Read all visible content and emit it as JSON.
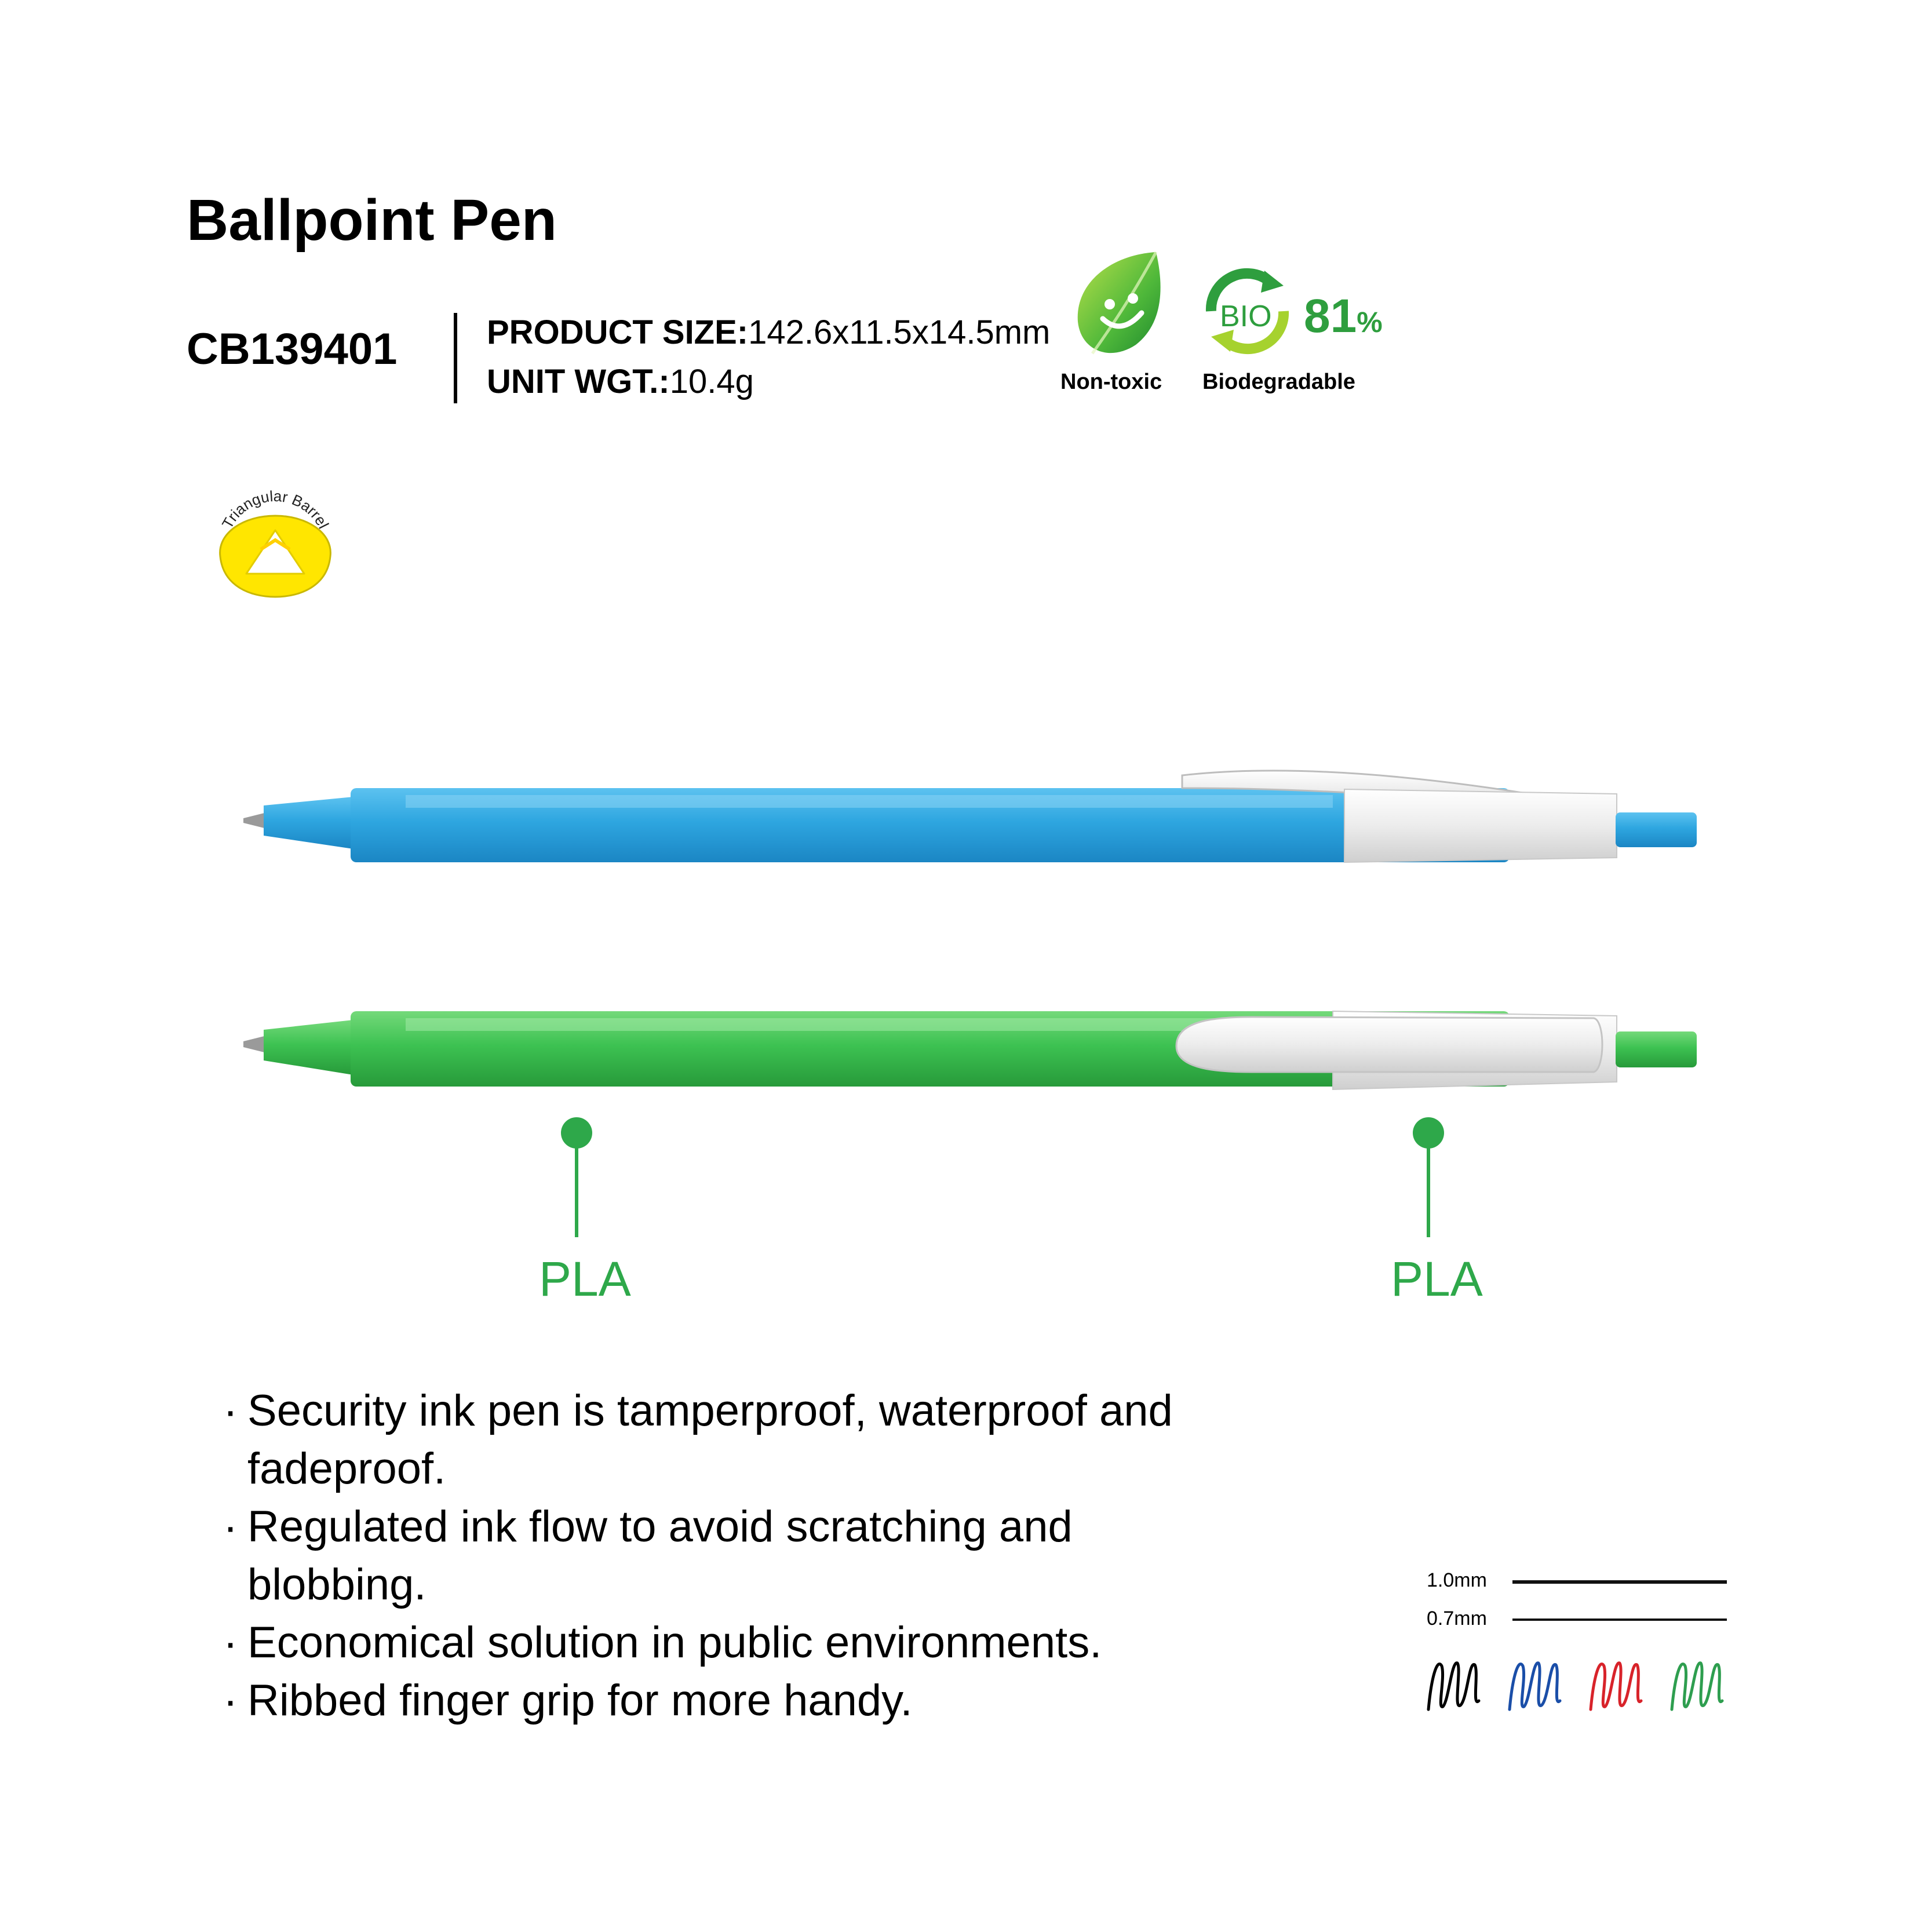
{
  "title": "Ballpoint Pen",
  "product_code": "CB139401",
  "specs": {
    "size_label": "PRODUCT SIZE:",
    "size_value": "142.6x11.5x14.5mm",
    "weight_label": "UNIT WGT.:",
    "weight_value": "10.4g"
  },
  "badges": {
    "nontoxic_label": "Non-toxic",
    "bio_word": "BIO",
    "bio_percent": "81",
    "bio_percent_sign": "%",
    "bio_label": "Biodegradable",
    "barrel_label": "Triangular Barrel"
  },
  "materials": {
    "left": "PLA",
    "right": "PLA"
  },
  "features": [
    "Security ink pen is tamperproof, waterproof and fadeproof.",
    "Regulated ink flow to avoid scratching and blobbing.",
    "Economical solution in public environments.",
    "Ribbed finger grip for more handy."
  ],
  "bullet": "·",
  "line_widths": [
    "1.0mm",
    "0.7mm"
  ],
  "ink_colors": [
    "#000000",
    "#1a4ea8",
    "#d8232a",
    "#2e9e4f"
  ],
  "colors": {
    "blue_pen": "#2ea6e0",
    "green_pen": "#3dc252",
    "accent_green": "#2ea84a"
  }
}
